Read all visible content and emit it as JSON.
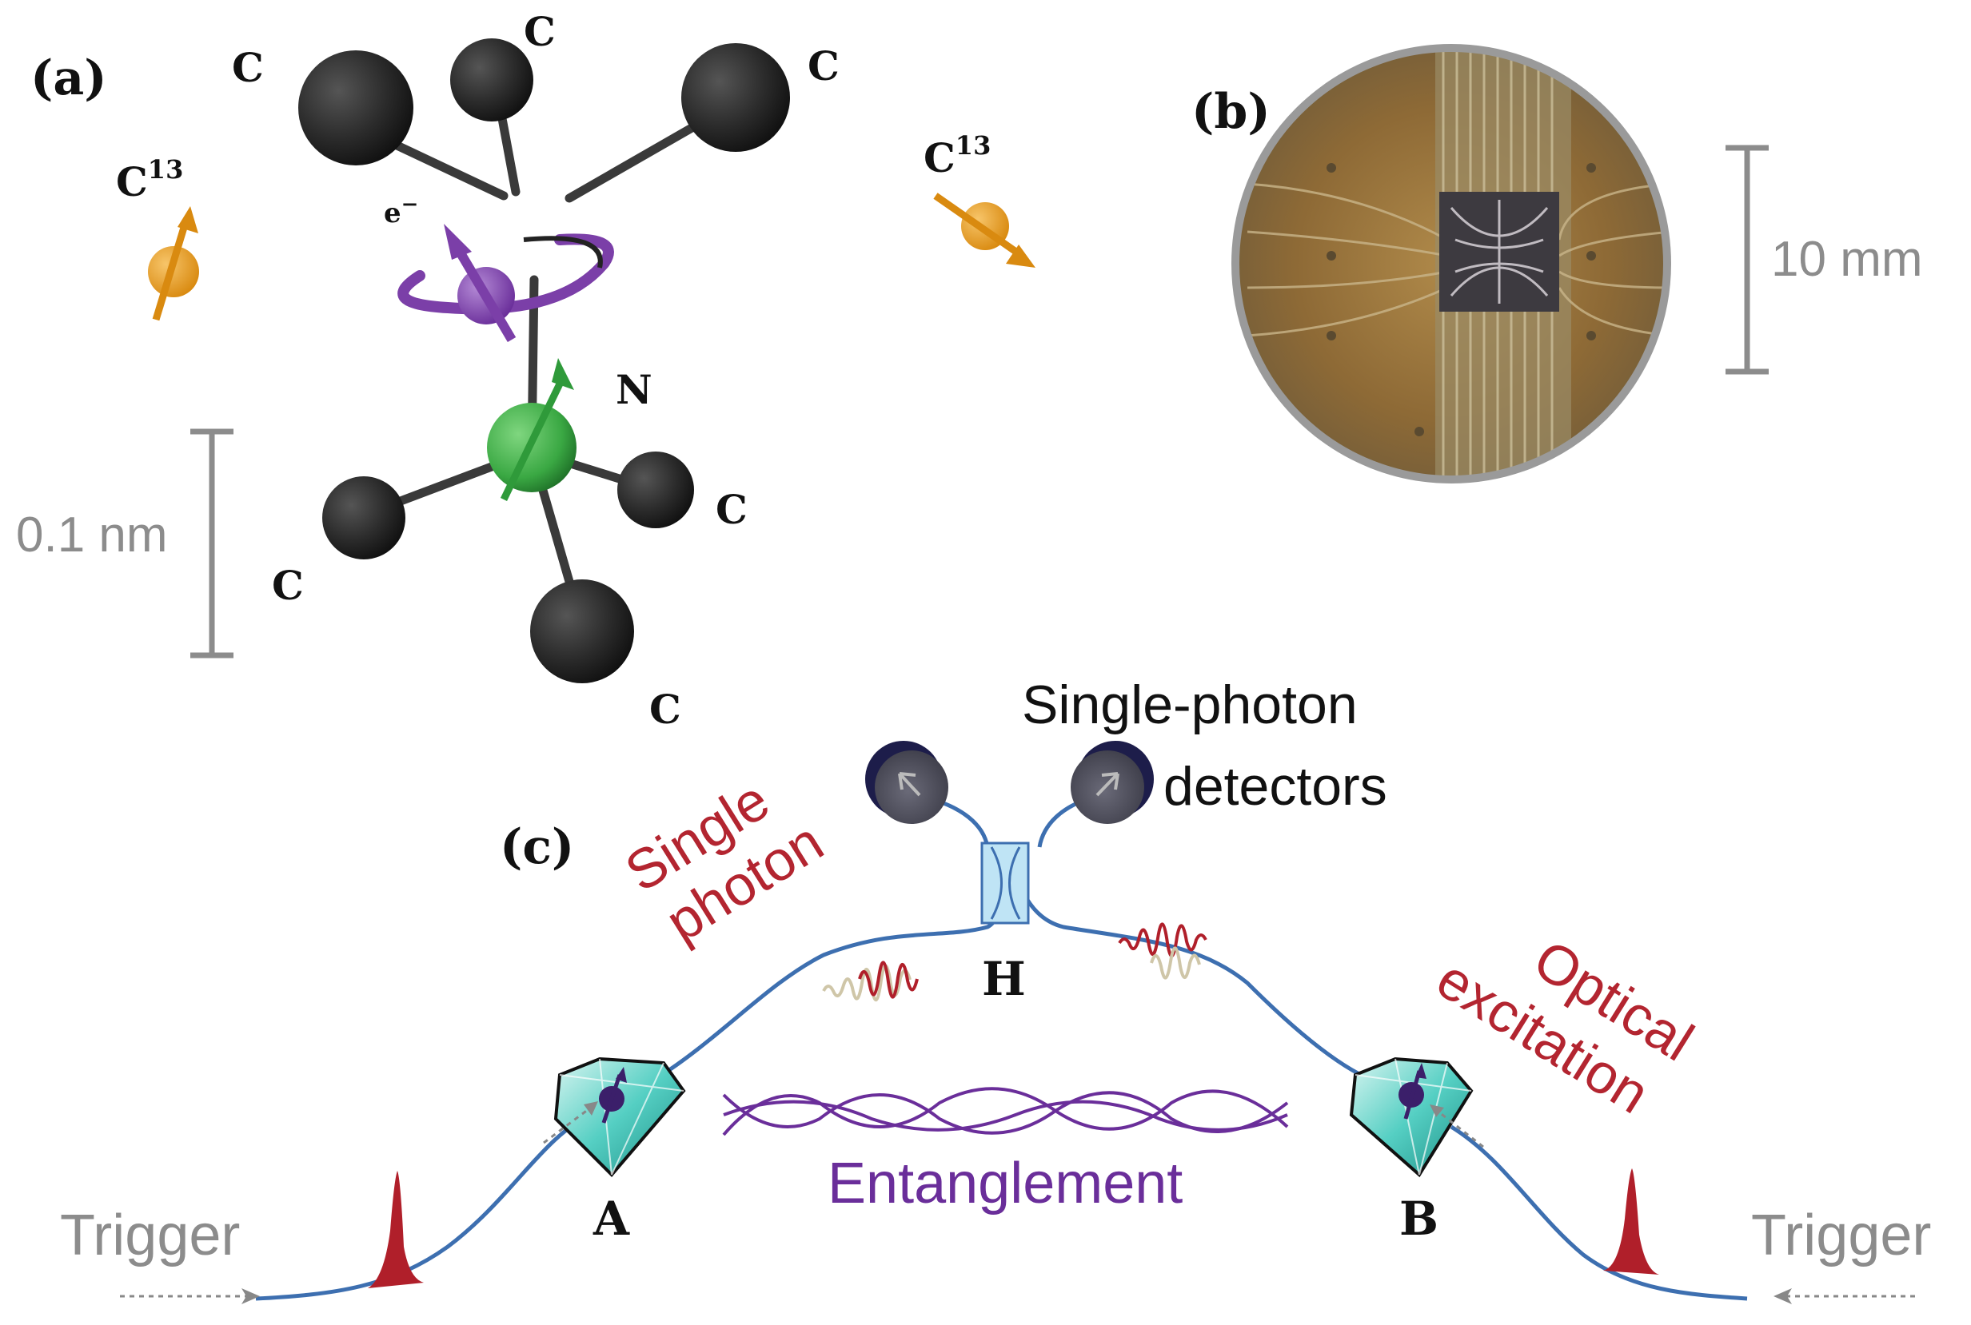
{
  "panel_a": {
    "label": "(a)",
    "carbon": "C",
    "nitrogen": "N",
    "electron": "e",
    "electron_sup": "−",
    "c13_base": "C",
    "c13_sup": "13",
    "scale": "0.1 nm"
  },
  "panel_b": {
    "label": "(b)",
    "scale": "10 mm"
  },
  "panel_c": {
    "label": "(c)",
    "detectors_line1": "Single-photon",
    "detectors_line2": "detectors",
    "single_photon_line1": "Single",
    "single_photon_line2": "photon",
    "beamsplitter": "H",
    "optical_line1": "Optical",
    "optical_line2": "excitation",
    "entanglement": "Entanglement",
    "node_a": "A",
    "node_b": "B",
    "trigger_left": "Trigger",
    "trigger_right": "Trigger"
  },
  "colors": {
    "atom_carbon": "#2b2b2b",
    "atom_nitrogen": "#3aa843",
    "electron": "#7b3fa8",
    "c13_spin": "#e39a1e",
    "fiber": "#3d6fb0",
    "photon_red": "#b01f2a",
    "label_red": "#b32530",
    "entangle_purple": "#6a2e9a",
    "scale_grey": "#8c8c8c",
    "diamond_teal": "#55cfc3"
  }
}
